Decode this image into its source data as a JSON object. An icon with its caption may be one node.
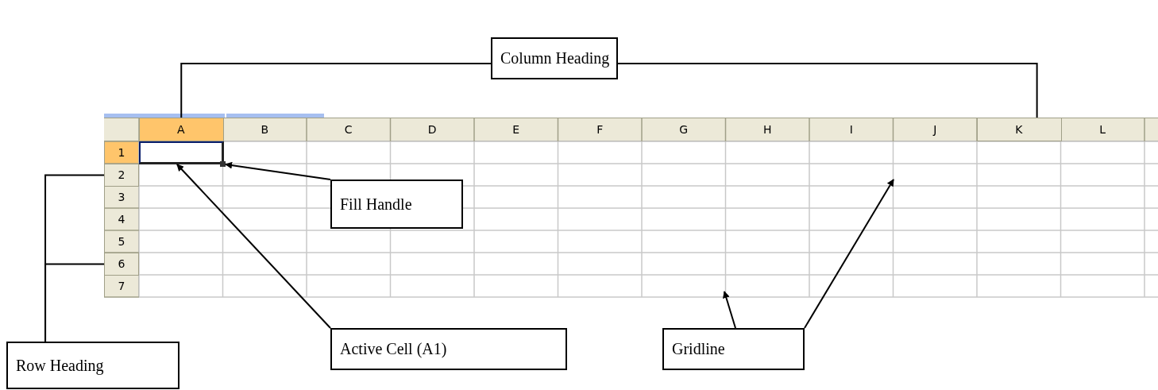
{
  "diagram": {
    "nodes": [
      {
        "text": [
          "Column Heading"
        ]
      },
      {
        "text": [],
        "shape": "box"
      },
      {
        "text": [],
        "shape": "box"
      },
      {
        "text": [],
        "shape": "box"
      },
      {
        "text": [],
        "shape": "box"
      },
      {
        "text": [],
        "shape": "box"
      },
      {
        "text": [],
        "shape": "box"
      },
      {
        "text": [
          "Fill Handle"
        ]
      },
      {
        "text": [
          "Active Cell (A1)"
        ]
      },
      {
        "text": [
          "Gridline"
        ]
      },
      {
        "text": [
          "Row Heading"
        ]
      }
    ],
    "edges": [
      {
        "from": 0,
        "to": 1,
        "arrow": "none"
      },
      {
        "from": 0,
        "to": 2,
        "arrow": "none"
      },
      {
        "from": 10,
        "to": 3,
        "arrow": "none"
      },
      {
        "from": 10,
        "to": 4,
        "arrow": "none"
      },
      {
        "from": 7,
        "to": 6,
        "arrow": "to"
      },
      {
        "from": 8,
        "to": 5,
        "arrow": "to"
      },
      {
        "from": 9,
        "to": null,
        "arrow": "to"
      },
      {
        "from": 9,
        "to": null,
        "arrow": "to"
      }
    ],
    "labels": [
      "A",
      "B",
      "C",
      "D",
      "E",
      "F",
      "G",
      "H",
      "I",
      "J",
      "K",
      "L",
      "1",
      "2",
      "3",
      "4",
      "5",
      "6",
      "7"
    ]
  }
}
